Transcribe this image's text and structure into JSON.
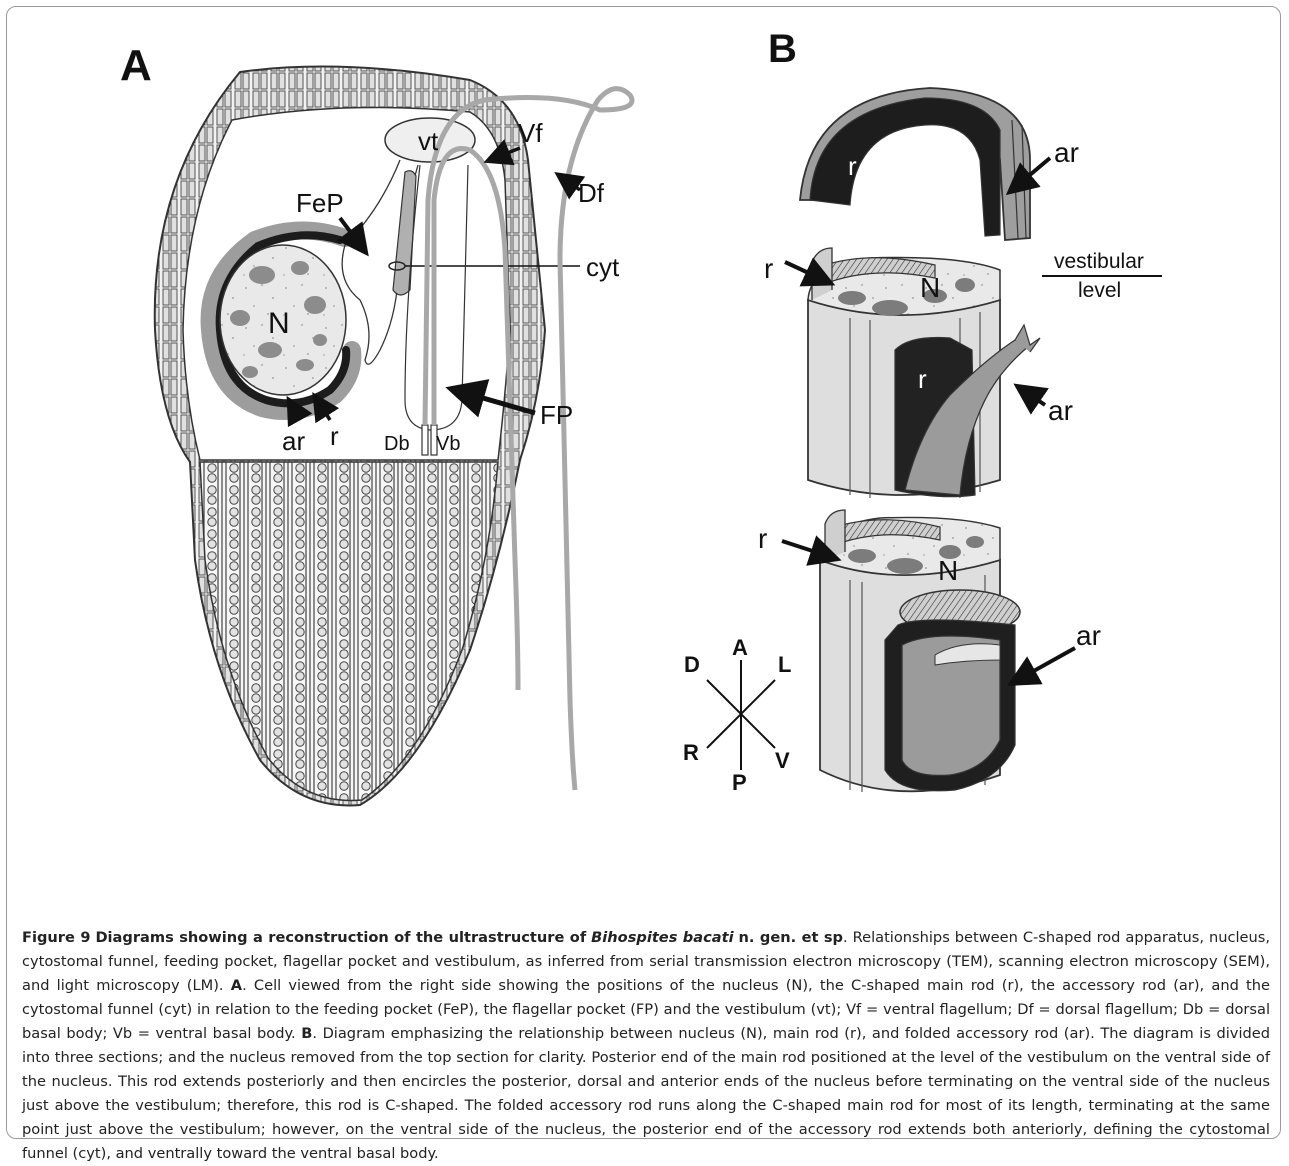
{
  "panels": {
    "a": "A",
    "b": "B"
  },
  "labels_a": {
    "vt": "vt",
    "vf": "Vf",
    "df": "Df",
    "fep": "FeP",
    "cyt": "cyt",
    "n": "N",
    "ar": "ar",
    "r": "r",
    "db": "Db",
    "vb": "Vb",
    "fp": "FP"
  },
  "labels_b": {
    "r_top": "r",
    "ar_top": "ar",
    "vestibular": "vestibular",
    "level": "level",
    "r_mid_left": "r",
    "n_mid": "N",
    "r_mid": "r",
    "ar_mid": "ar",
    "r_bot": "r",
    "n_bot": "N",
    "ar_bot": "ar"
  },
  "axes": {
    "a": "A",
    "p": "P",
    "d": "D",
    "l": "L",
    "r": "R",
    "v": "V"
  },
  "caption": {
    "figure_label": "Figure 9",
    "title_pre": "Diagrams showing a reconstruction of the ultrastructure of",
    "species": "Bihospites bacati",
    "title_post": "n. gen. et sp",
    "text1": ". Relationships between C-shaped rod apparatus, nucleus, cytostomal funnel, feeding pocket, flagellar pocket and vestibulum, as inferred from serial transmission electron microscopy (TEM), scanning electron microscopy (SEM), and light microscopy (LM).",
    "panel_a": "A",
    "text_a": ". Cell viewed from the right side showing the positions of the nucleus (N), the C-shaped main rod (r), the accessory rod (ar), and the cytostomal funnel (cyt) in relation to the feeding pocket (FeP), the flagellar pocket (FP) and the vestibulum (vt); Vf = ventral flagellum; Df = dorsal flagellum; Db = dorsal basal body; Vb = ventral basal body.",
    "panel_b": "B",
    "text_b": ". Diagram emphasizing the relationship between nucleus (N), main rod (r), and folded accessory rod (ar). The diagram is divided into three sections; and the nucleus removed from the top section for clarity. Posterior end of the main rod positioned at the level of the vestibulum on the ventral side of the nucleus. This rod extends posteriorly and then encircles the posterior, dorsal and anterior ends of the nucleus before terminating on the ventral side of the nucleus just above the vestibulum; therefore, this rod is C-shaped. The folded accessory rod runs along the C-shaped main rod for most of its length, terminating at the same point just above the vestibulum; however, on the ventral side of the nucleus, the posterior end of the accessory rod extends both anteriorly, defining the cytostomal funnel (cyt), and ventrally toward the ventral basal body."
  }
}
